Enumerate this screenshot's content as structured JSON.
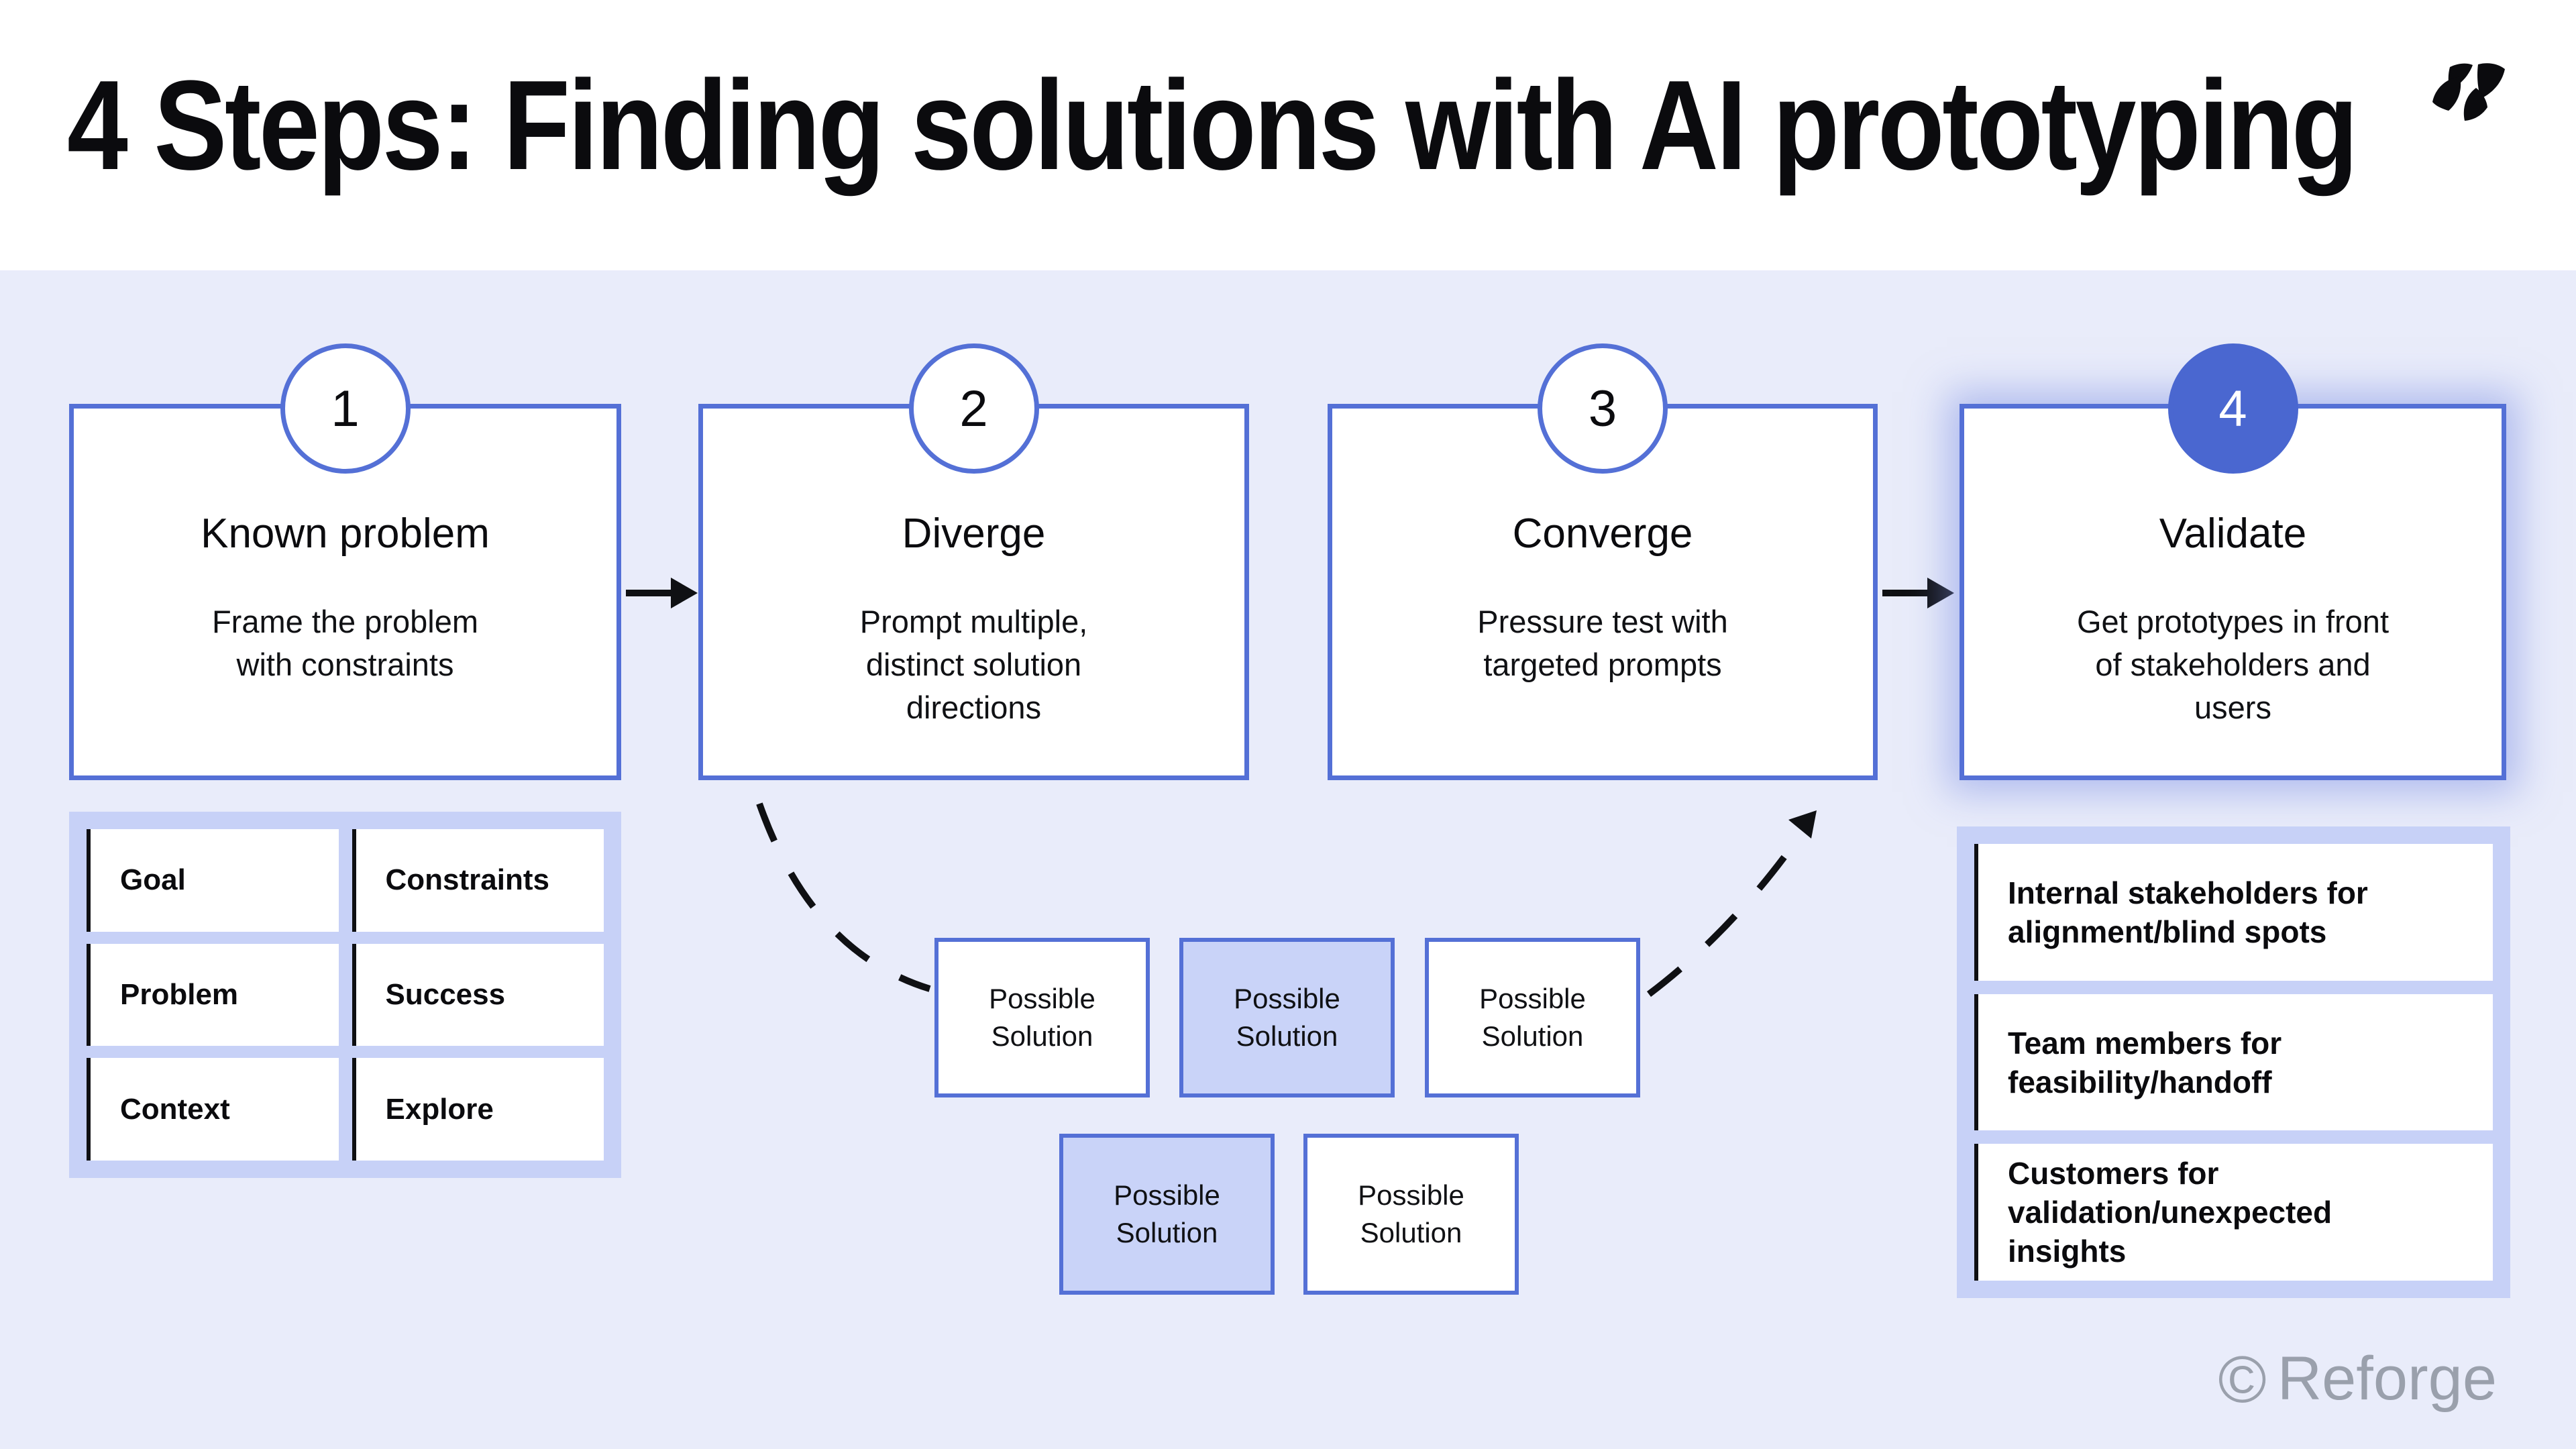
{
  "header": {
    "title": "4 Steps: Finding solutions with AI prototyping",
    "logo": "reforge-logo"
  },
  "steps": [
    {
      "number": "1",
      "title": "Known problem",
      "description": "Frame the problem with constraints",
      "highlighted": false
    },
    {
      "number": "2",
      "title": "Diverge",
      "description": "Prompt multiple, distinct solution directions",
      "highlighted": false
    },
    {
      "number": "3",
      "title": "Converge",
      "description": "Pressure test with targeted prompts",
      "highlighted": false
    },
    {
      "number": "4",
      "title": "Validate",
      "description": "Get prototypes in front of stakeholders and users",
      "highlighted": true
    }
  ],
  "problem_grid": {
    "items": [
      "Goal",
      "Constraints",
      "Problem",
      "Success",
      "Context",
      "Explore"
    ]
  },
  "possible_solutions": {
    "items": [
      {
        "label": "Possible Solution",
        "highlighted": false
      },
      {
        "label": "Possible Solution",
        "highlighted": true
      },
      {
        "label": "Possible Solution",
        "highlighted": false
      },
      {
        "label": "Possible Solution",
        "highlighted": true
      },
      {
        "label": "Possible Solution",
        "highlighted": false
      }
    ]
  },
  "validate_list": {
    "items": [
      "Internal stakeholders for alignment/blind spots",
      "Team members for feasibility/handoff",
      "Customers for validation/unexpected insights"
    ]
  },
  "footer": {
    "copyright_symbol": "©",
    "brand": "Reforge"
  },
  "colors": {
    "accent_blue_border": "#5470D6",
    "accent_blue_fill": "#4A67D0",
    "band_background": "#E9ECFA",
    "panel_lavender": "#C7D1F7",
    "highlight_card": "#C9D3F8",
    "text_black": "#0B0B0E",
    "copyright_gray": "#9AA0AC",
    "connector_black": "#0f1013"
  }
}
